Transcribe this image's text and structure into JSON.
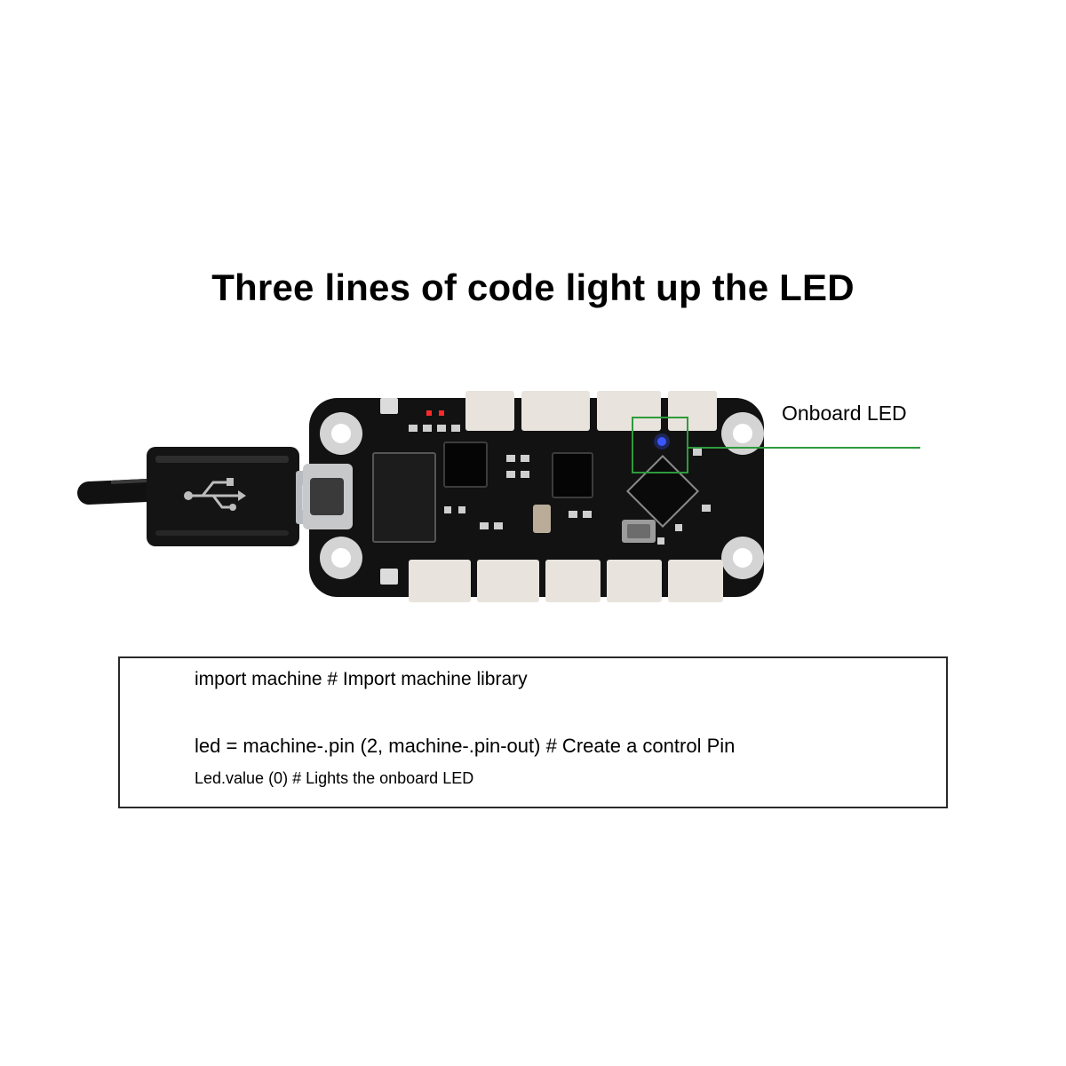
{
  "title": "Three lines of code light up the LED",
  "annotation": {
    "label": "Onboard LED",
    "line_color": "#2e9b3c"
  },
  "board": {
    "pcb_color": "#111111",
    "led_color": "#3a56ff",
    "status_led_color": "#ff2a2a"
  },
  "code": {
    "line1": "import machine # Import machine library",
    "line2": "led = machine-.pin (2, machine-.pin-out) # Create a control Pin",
    "line3": "Led.value (0) # Lights the onboard LED"
  }
}
